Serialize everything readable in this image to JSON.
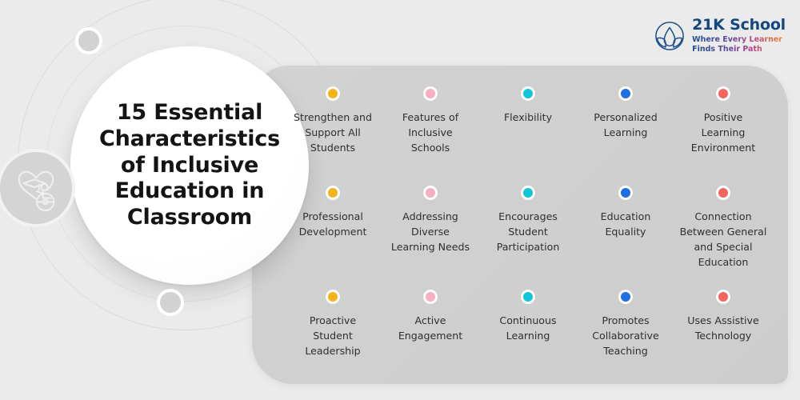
{
  "page": {
    "background_color": "#ebebeb",
    "panel_color": "#d0d0d0"
  },
  "header": {
    "title": "15 Essential Characteristics of Inclusive Education in Classroom",
    "title_lines": [
      "15 Essential",
      "Characteristics",
      "of Inclusive",
      "Education in",
      "Classroom"
    ]
  },
  "logo": {
    "name": "21K School",
    "tagline_line1": "Where Every Learner",
    "tagline_line2": "Finds Their Path",
    "mark_icon": "lotus-circle-icon",
    "brand_color": "#12487f"
  },
  "decor": {
    "badge_icon": "wheelchair-heart-graduation-icon",
    "knob_top_icon": "decorative-circle",
    "knob_bottom_icon": "decorative-circle"
  },
  "colors": {
    "amber": "#f5b31c",
    "pink": "#f7aec2",
    "cyan": "#12c6d6",
    "blue": "#1f6fe0",
    "salmon": "#f2665f"
  },
  "items": [
    {
      "label": "Strengthen and Support All Students",
      "color": "#f5b31c",
      "dot": "amber-dot"
    },
    {
      "label": "Features of Inclusive Schools",
      "color": "#f7aec2",
      "dot": "pink-dot"
    },
    {
      "label": "Flexibility",
      "color": "#12c6d6",
      "dot": "cyan-dot"
    },
    {
      "label": "Personalized Learning",
      "color": "#1f6fe0",
      "dot": "blue-dot"
    },
    {
      "label": "Positive Learning Environment",
      "color": "#f2665f",
      "dot": "salmon-dot"
    },
    {
      "label": "Professional Development",
      "color": "#f5b31c",
      "dot": "amber-dot"
    },
    {
      "label": "Addressing Diverse Learning Needs",
      "color": "#f7aec2",
      "dot": "pink-dot"
    },
    {
      "label": "Encourages Student Participation",
      "color": "#12c6d6",
      "dot": "cyan-dot"
    },
    {
      "label": "Education Equality",
      "color": "#1f6fe0",
      "dot": "blue-dot"
    },
    {
      "label": "Connection Between General and Special Education",
      "color": "#f2665f",
      "dot": "salmon-dot"
    },
    {
      "label": "Proactive Student Leadership",
      "color": "#f5b31c",
      "dot": "amber-dot"
    },
    {
      "label": "Active Engagement",
      "color": "#f7aec2",
      "dot": "pink-dot"
    },
    {
      "label": "Continuous Learning",
      "color": "#12c6d6",
      "dot": "cyan-dot"
    },
    {
      "label": "Promotes Collaborative Teaching",
      "color": "#1f6fe0",
      "dot": "blue-dot"
    },
    {
      "label": "Uses Assistive Technology",
      "color": "#f2665f",
      "dot": "salmon-dot"
    }
  ]
}
